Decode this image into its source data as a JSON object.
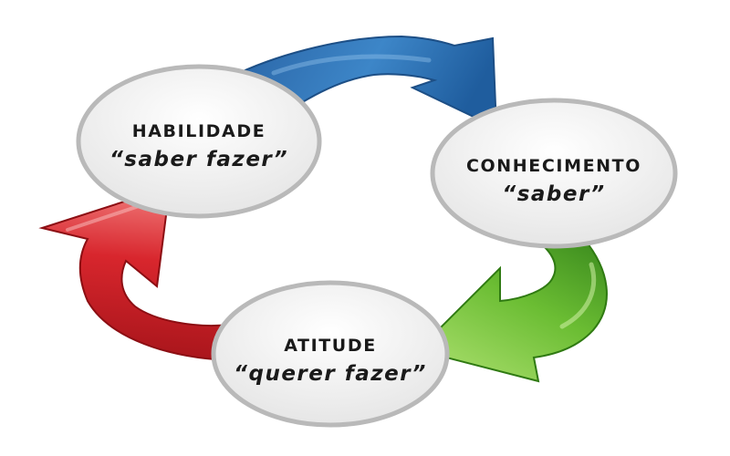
{
  "diagram": {
    "nodes": {
      "habilidade": {
        "title": "HABILIDADE",
        "subtitle": "“saber fazer”"
      },
      "conhecimento": {
        "title": "CONHECIMENTO",
        "subtitle": "“saber”"
      },
      "atitude": {
        "title": "ATITUDE",
        "subtitle": "“querer fazer”"
      }
    },
    "arrows": {
      "habilidade_to_conhecimento": {
        "color": "#2f6fb0"
      },
      "conhecimento_to_atitude": {
        "color": "#5aa82a"
      },
      "atitude_to_habilidade": {
        "color": "#c81e24"
      }
    },
    "colors": {
      "node_fill": "#f1f1f1",
      "node_border": "#b9b9b9",
      "text": "#1a1a1a"
    }
  }
}
